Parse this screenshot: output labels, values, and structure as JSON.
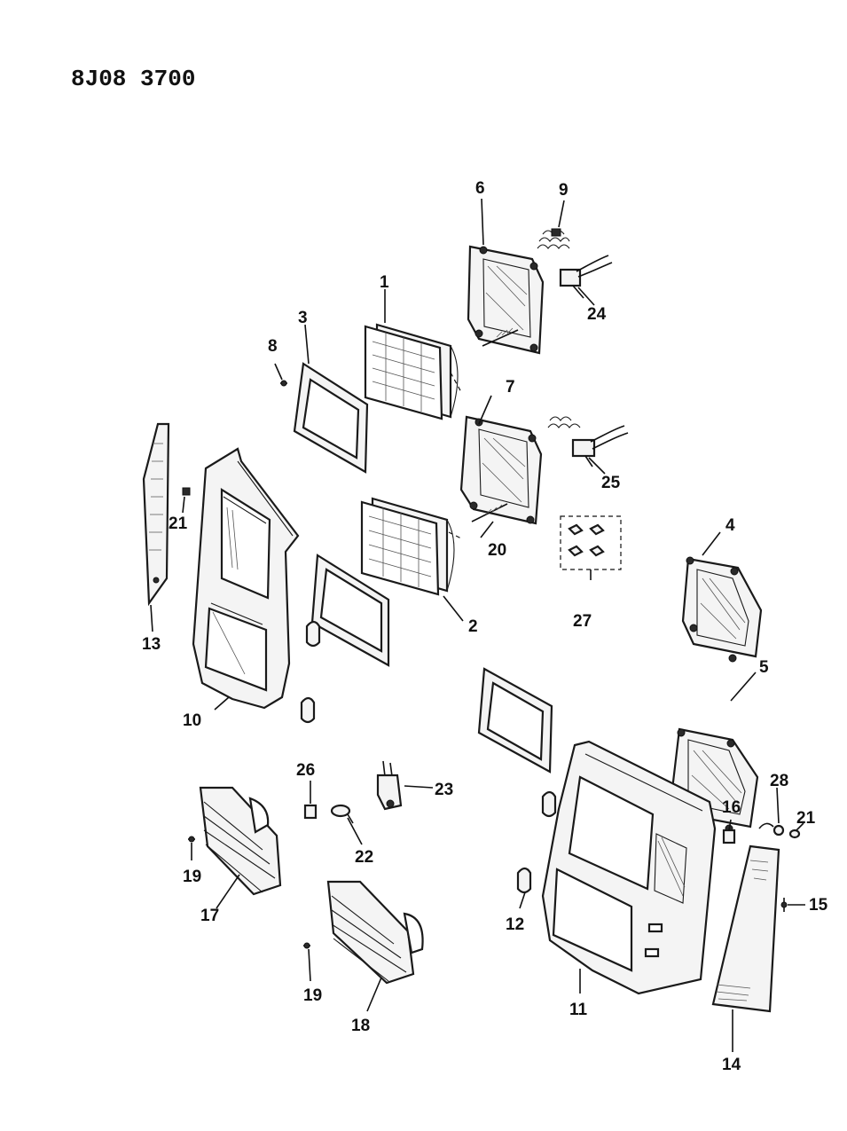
{
  "diagram_code": "8J08 3700",
  "callouts": [
    {
      "id": "c1",
      "text": "1"
    },
    {
      "id": "c2",
      "text": "2"
    },
    {
      "id": "c3",
      "text": "3"
    },
    {
      "id": "c4",
      "text": "4"
    },
    {
      "id": "c5",
      "text": "5"
    },
    {
      "id": "c6",
      "text": "6"
    },
    {
      "id": "c7",
      "text": "7"
    },
    {
      "id": "c8",
      "text": "8"
    },
    {
      "id": "c9",
      "text": "9"
    },
    {
      "id": "c10",
      "text": "10"
    },
    {
      "id": "c11",
      "text": "11"
    },
    {
      "id": "c12",
      "text": "12"
    },
    {
      "id": "c13",
      "text": "13"
    },
    {
      "id": "c14",
      "text": "14"
    },
    {
      "id": "c15",
      "text": "15"
    },
    {
      "id": "c16",
      "text": "16"
    },
    {
      "id": "c17",
      "text": "17"
    },
    {
      "id": "c18",
      "text": "18"
    },
    {
      "id": "c19a",
      "text": "19"
    },
    {
      "id": "c19b",
      "text": "19"
    },
    {
      "id": "c20",
      "text": "20"
    },
    {
      "id": "c21a",
      "text": "21"
    },
    {
      "id": "c21b",
      "text": "21"
    },
    {
      "id": "c22",
      "text": "22"
    },
    {
      "id": "c23",
      "text": "23"
    },
    {
      "id": "c24",
      "text": "24"
    },
    {
      "id": "c25",
      "text": "25"
    },
    {
      "id": "c26",
      "text": "26"
    },
    {
      "id": "c27",
      "text": "27"
    },
    {
      "id": "c28",
      "text": "28"
    }
  ]
}
